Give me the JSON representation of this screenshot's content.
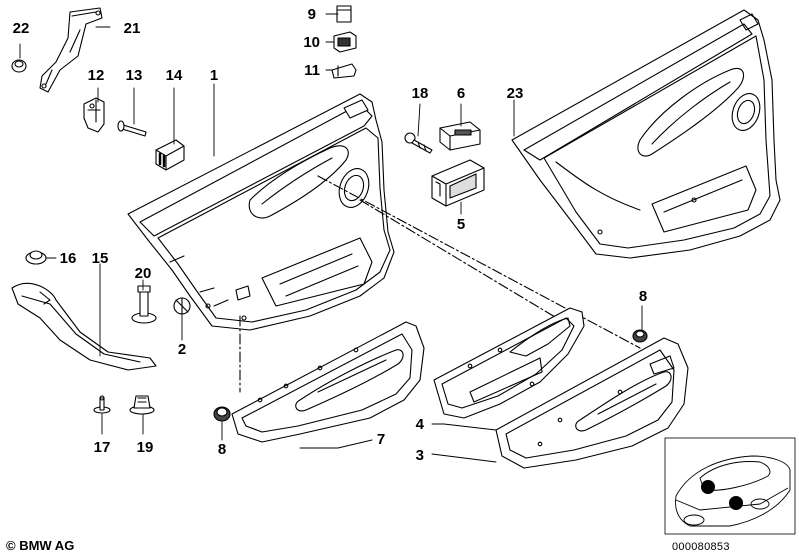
{
  "diagram": {
    "callouts": {
      "c1": "1",
      "c2": "2",
      "c3": "3",
      "c4": "4",
      "c5": "5",
      "c6": "6",
      "c7": "7",
      "c8a": "8",
      "c8b": "8",
      "c9": "9",
      "c10": "10",
      "c11": "11",
      "c12": "12",
      "c13": "13",
      "c14": "14",
      "c15": "15",
      "c16": "16",
      "c17": "17",
      "c18": "18",
      "c19": "19",
      "c20": "20",
      "c21": "21",
      "c22": "22",
      "c23": "23"
    }
  },
  "footer": {
    "brand": "© BMW AG",
    "drawing_number": "000080853"
  }
}
